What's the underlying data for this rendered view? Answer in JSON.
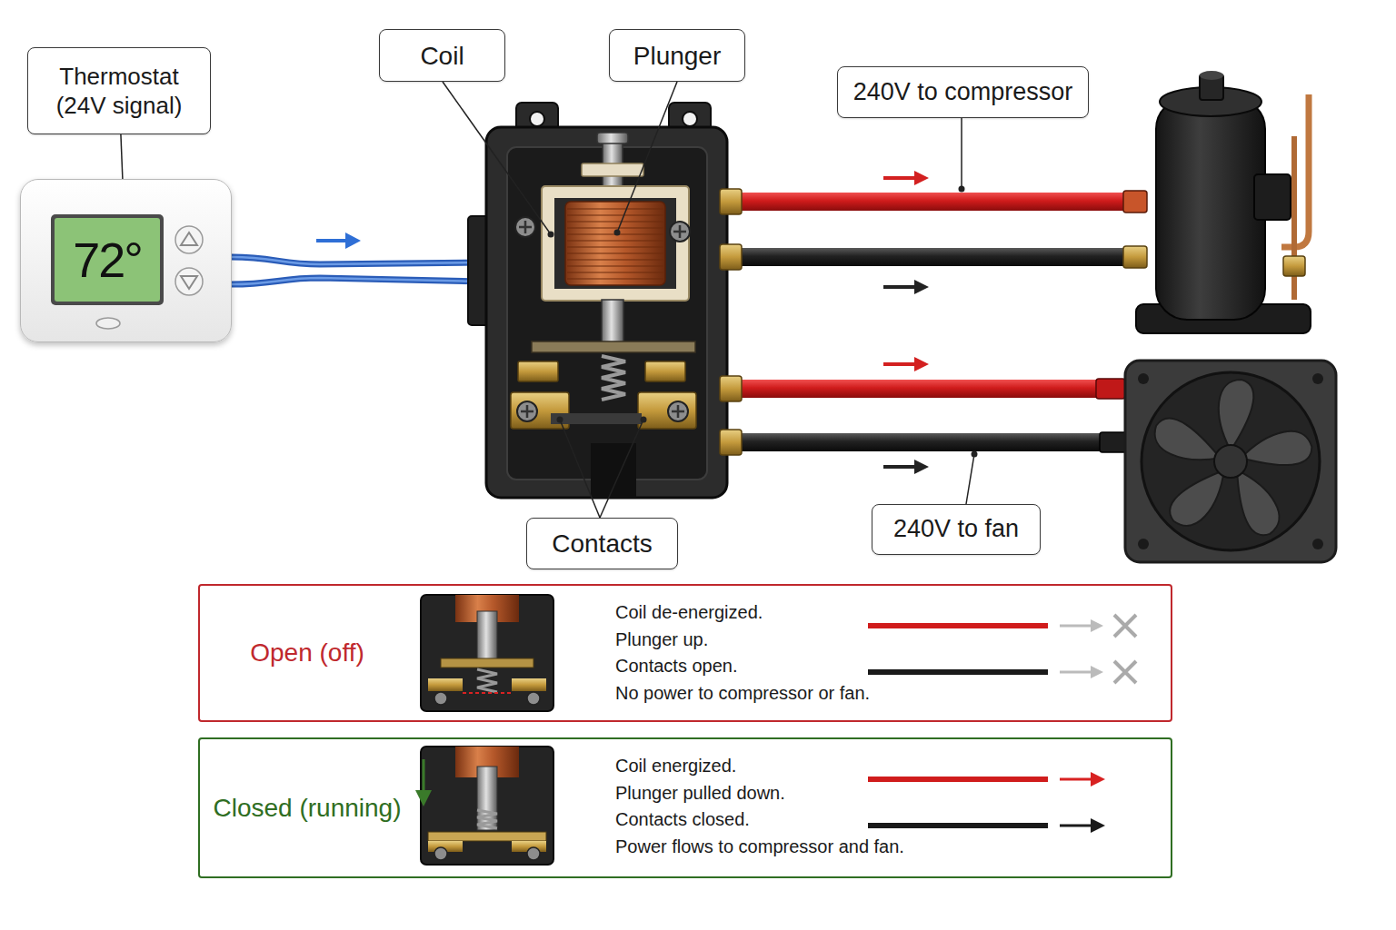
{
  "diagram": {
    "nodes": [
      {
        "text": [
          "Thermostat (24V signal)"
        ]
      },
      {
        "text": [
          "72°"
        ]
      },
      {
        "text": [
          "Coil"
        ]
      },
      {
        "text": [
          "Plunger"
        ]
      },
      {
        "text": [
          "240V to compressor"
        ]
      },
      {
        "text": [
          "Contacts"
        ]
      },
      {
        "text": [
          "240V to fan"
        ]
      },
      {
        "text": [
          "Open (off)",
          "Coil de-energized.",
          "Plunger up.",
          "Contacts open.",
          "No power to compressor or fan."
        ]
      },
      {
        "text": [
          "Closed (running)",
          "Coil energized.",
          "Plunger pulled down.",
          "Contacts closed.",
          "Power flows to compressor and fan."
        ]
      }
    ],
    "edges": [
      {
        "from": 0,
        "to": 1,
        "arrow": "none"
      }
    ]
  }
}
